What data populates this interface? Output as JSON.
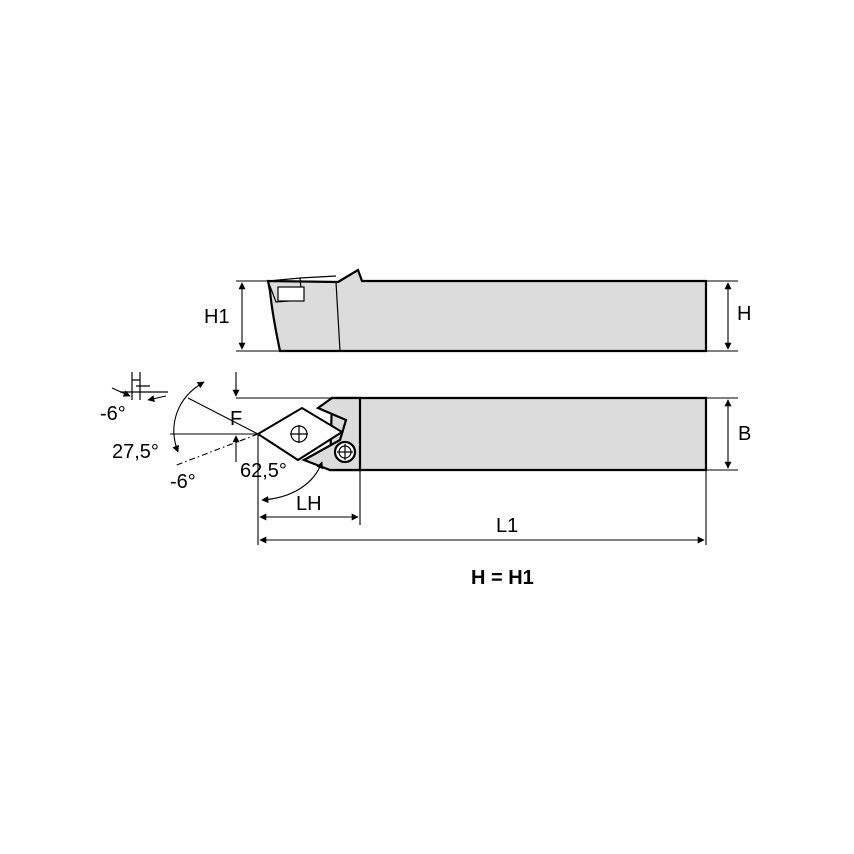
{
  "labels": {
    "h1": "H1",
    "h": "H",
    "b": "B",
    "f": "F",
    "lh": "LH",
    "l1": "L1",
    "neg6_top": "-6°",
    "angle_275": "27,5°",
    "neg6_bottom": "-6°",
    "angle_625": "62,5°",
    "equation": "H = H1"
  },
  "colors": {
    "body": "#dcdcdc",
    "line": "#000000",
    "background": "#ffffff"
  }
}
